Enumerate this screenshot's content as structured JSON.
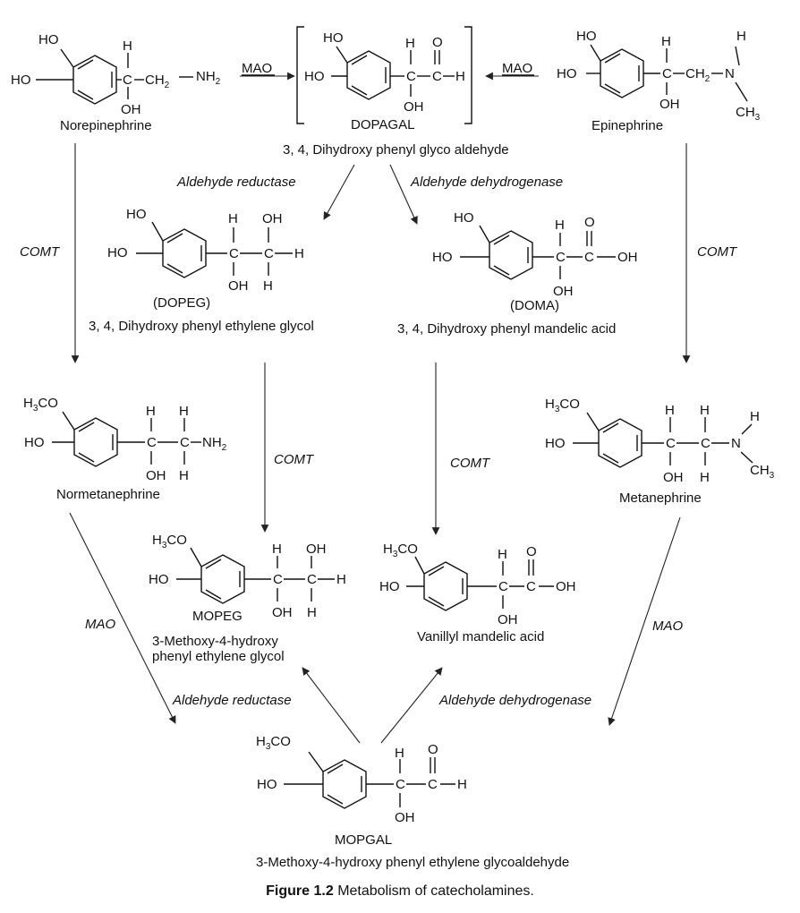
{
  "caption": {
    "label": "Figure 1.2",
    "text": "Metabolism of catecholamines."
  },
  "compounds": {
    "norepinephrine": "Norepinephrine",
    "dopagal": "DOPAGAL",
    "dopagal_full": "3, 4, Dihydroxy phenyl glyco aldehyde",
    "epinephrine": "Epinephrine",
    "dopeg": "(DOPEG)",
    "dopeg_full": "3, 4, Dihydroxy phenyl ethylene glycol",
    "doma": "(DOMA)",
    "doma_full": "3, 4, Dihydroxy phenyl mandelic acid",
    "normetanephrine": "Normetanephrine",
    "metanephrine": "Metanephrine",
    "mopeg": "MOPEG",
    "mopeg_full_1": "3-Methoxy-4-hydroxy",
    "mopeg_full_2": "phenyl ethylene glycol",
    "vma": "Vanillyl mandelic acid",
    "mopgal": "MOPGAL",
    "mopgal_full": "3-Methoxy-4-hydroxy phenyl ethylene glycoaldehyde"
  },
  "enzymes": {
    "mao": "MAO",
    "comt": "COMT",
    "aldehyde_reductase": "Aldehyde reductase",
    "aldehyde_dehydrogenase": "Aldehyde dehydrogenase"
  },
  "atoms": {
    "ho": "HO",
    "oh": "OH",
    "h": "H",
    "o": "O",
    "c": "C",
    "n": "N",
    "h3co_h": "H",
    "h3co_sub": "3",
    "h3co_co": "CO",
    "ch2": "CH",
    "nh2": "NH",
    "ch3": "CH",
    "sub2": "2",
    "sub3": "3"
  },
  "arrows": [
    {
      "from": "norepinephrine",
      "to": "dopagal",
      "enzyme": "MAO"
    },
    {
      "from": "epinephrine",
      "to": "dopagal",
      "enzyme": "MAO"
    },
    {
      "from": "dopagal",
      "to": "dopeg",
      "enzyme": "Aldehyde reductase"
    },
    {
      "from": "dopagal",
      "to": "doma",
      "enzyme": "Aldehyde dehydrogenase"
    },
    {
      "from": "norepinephrine",
      "to": "normetanephrine",
      "enzyme": "COMT"
    },
    {
      "from": "epinephrine",
      "to": "metanephrine",
      "enzyme": "COMT"
    },
    {
      "from": "dopeg",
      "to": "mopeg",
      "enzyme": "COMT"
    },
    {
      "from": "doma",
      "to": "vma",
      "enzyme": "COMT"
    },
    {
      "from": "normetanephrine",
      "to": "mopgal",
      "enzyme": "MAO"
    },
    {
      "from": "metanephrine",
      "to": "mopgal",
      "enzyme": "MAO"
    },
    {
      "from": "mopgal",
      "to": "mopeg",
      "enzyme": "Aldehyde reductase"
    },
    {
      "from": "mopgal",
      "to": "vma",
      "enzyme": "Aldehyde dehydrogenase"
    }
  ]
}
